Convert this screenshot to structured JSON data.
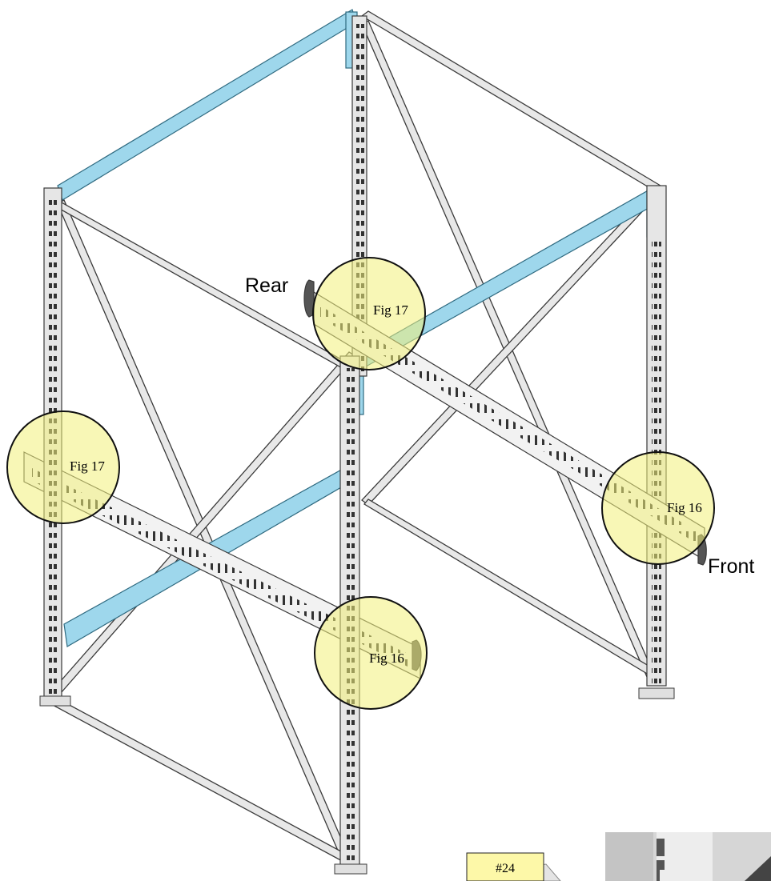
{
  "labels": {
    "rear": "Rear",
    "front": "Front",
    "fig_17_upper": "Fig 17",
    "fig_17_left": "Fig 17",
    "fig_16_right": "Fig 16",
    "fig_16_lower": "Fig 16",
    "part_number": "#24"
  },
  "colors": {
    "post": "#e6e6e6",
    "post_hole": "#333333",
    "brace": "#e8e8e8",
    "outline": "#3a3a3a",
    "blue_beam": "#9ed7ec",
    "highlight_fill": "#f3f07a",
    "highlight_stroke": "#111111",
    "part_box_fill": "#fdf8a8"
  }
}
